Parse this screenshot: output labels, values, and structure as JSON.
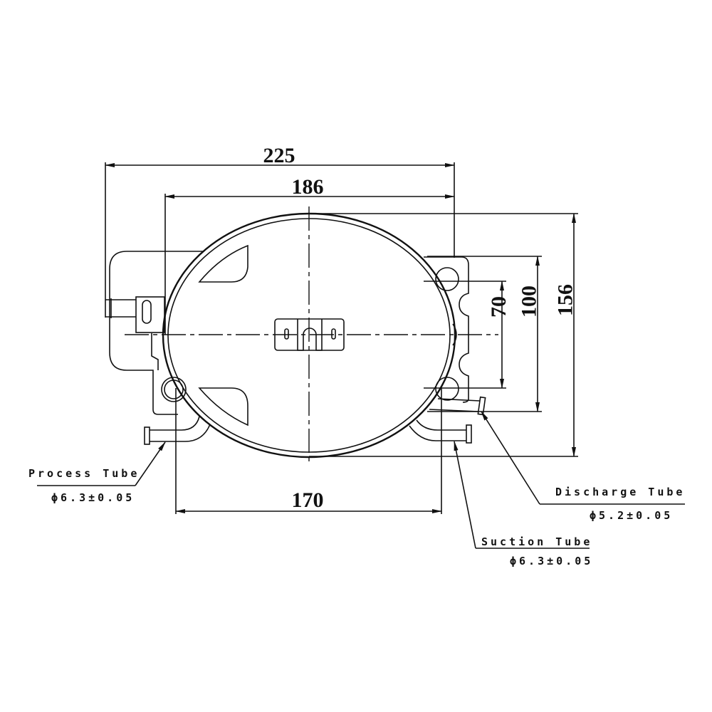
{
  "dimensions": {
    "overall_width": "225",
    "shell_width": "186",
    "base_width": "170",
    "overall_height": "156",
    "mount_spacing_outer": "100",
    "mount_spacing_inner": "70"
  },
  "callouts": {
    "process_tube": {
      "label": "Process Tube",
      "spec": "ϕ6.3±0.05"
    },
    "discharge_tube": {
      "label": "Discharge Tube",
      "spec": "ϕ5.2±0.05"
    },
    "suction_tube": {
      "label": "Suction Tube",
      "spec": "ϕ6.3±0.05"
    }
  }
}
